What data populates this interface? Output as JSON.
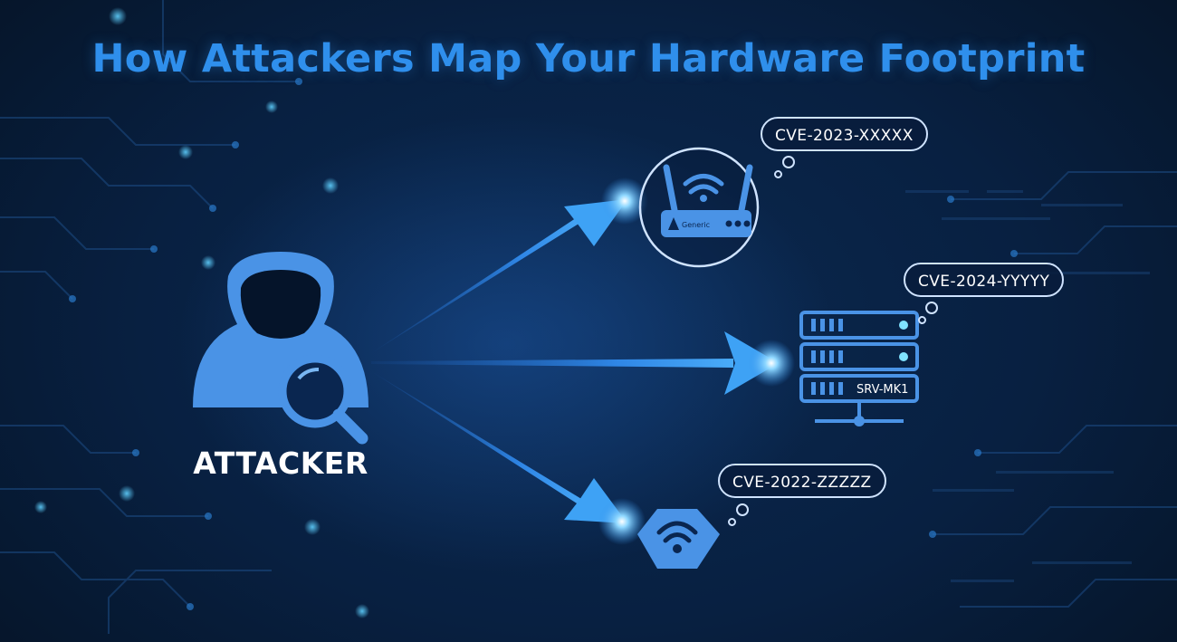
{
  "title": "How Attackers Map Your Hardware Footprint",
  "attacker": {
    "label": "ATTACKER",
    "icon": "hooded-attacker-icon"
  },
  "devices": [
    {
      "name": "router",
      "icon": "wifi-router-icon",
      "brand_label": "Generic",
      "cve": "CVE-2023-XXXXX"
    },
    {
      "name": "server",
      "icon": "server-rack-icon",
      "device_label": "SRV-MK1",
      "cve": "CVE-2024-YYYYY"
    },
    {
      "name": "iot-hub",
      "icon": "wifi-hexagon-icon",
      "cve": "CVE-2022-ZZZZZ"
    }
  ],
  "colors": {
    "background": "#071a33",
    "accent": "#2f8fec",
    "icon_fill": "#4a93e6",
    "arrow_tip": "#4fc3ff",
    "text": "#ffffff"
  }
}
